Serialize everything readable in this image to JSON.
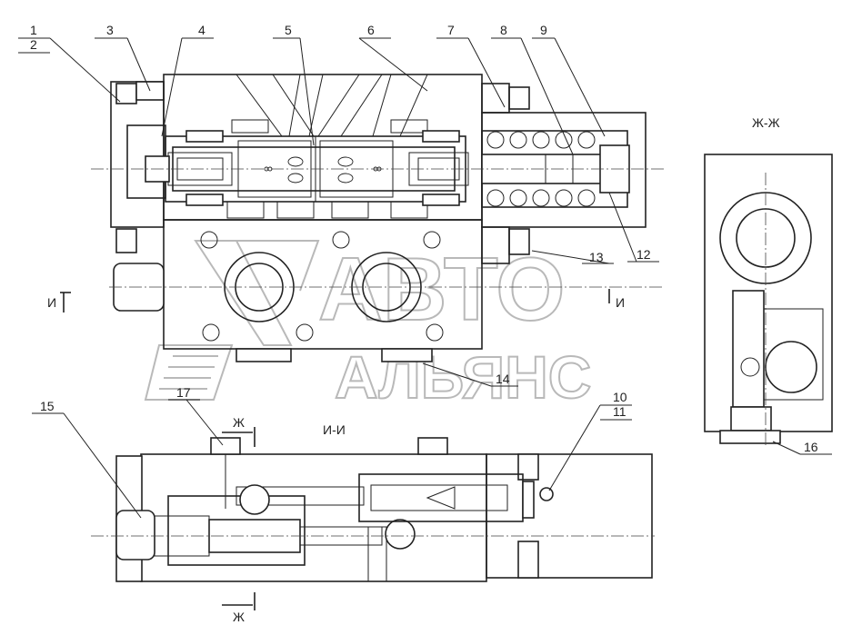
{
  "drawing": {
    "callouts": [
      {
        "id": "c1",
        "text": "1"
      },
      {
        "id": "c2",
        "text": "2"
      },
      {
        "id": "c3",
        "text": "3"
      },
      {
        "id": "c4",
        "text": "4"
      },
      {
        "id": "c5",
        "text": "5"
      },
      {
        "id": "c6",
        "text": "6"
      },
      {
        "id": "c7",
        "text": "7"
      },
      {
        "id": "c8",
        "text": "8"
      },
      {
        "id": "c9",
        "text": "9"
      },
      {
        "id": "c10",
        "text": "10"
      },
      {
        "id": "c11",
        "text": "11"
      },
      {
        "id": "c12",
        "text": "12"
      },
      {
        "id": "c13",
        "text": "13"
      },
      {
        "id": "c14",
        "text": "14"
      },
      {
        "id": "c15",
        "text": "15"
      },
      {
        "id": "c16",
        "text": "16"
      },
      {
        "id": "c17",
        "text": "17"
      }
    ],
    "sections": {
      "ii_title": "И-И",
      "zhzh_title": "Ж-Ж",
      "i_left": "И",
      "i_right": "И",
      "zh_top": "Ж",
      "zh_bottom": "Ж"
    },
    "watermark": {
      "line1": "АВТО",
      "line2": "АЛЬЯНС"
    }
  }
}
